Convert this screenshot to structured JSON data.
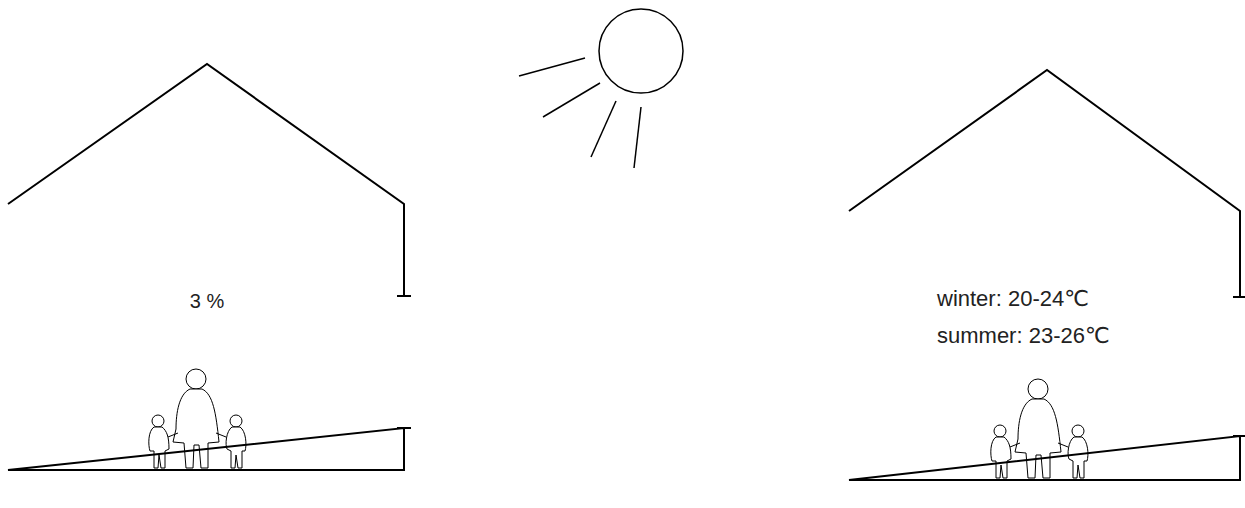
{
  "diagram": {
    "nodes": [
      {
        "text": [
          "3 %"
        ]
      },
      {
        "text": [
          "winter: 20-24℃",
          "summer: 23-26℃"
        ]
      }
    ]
  }
}
